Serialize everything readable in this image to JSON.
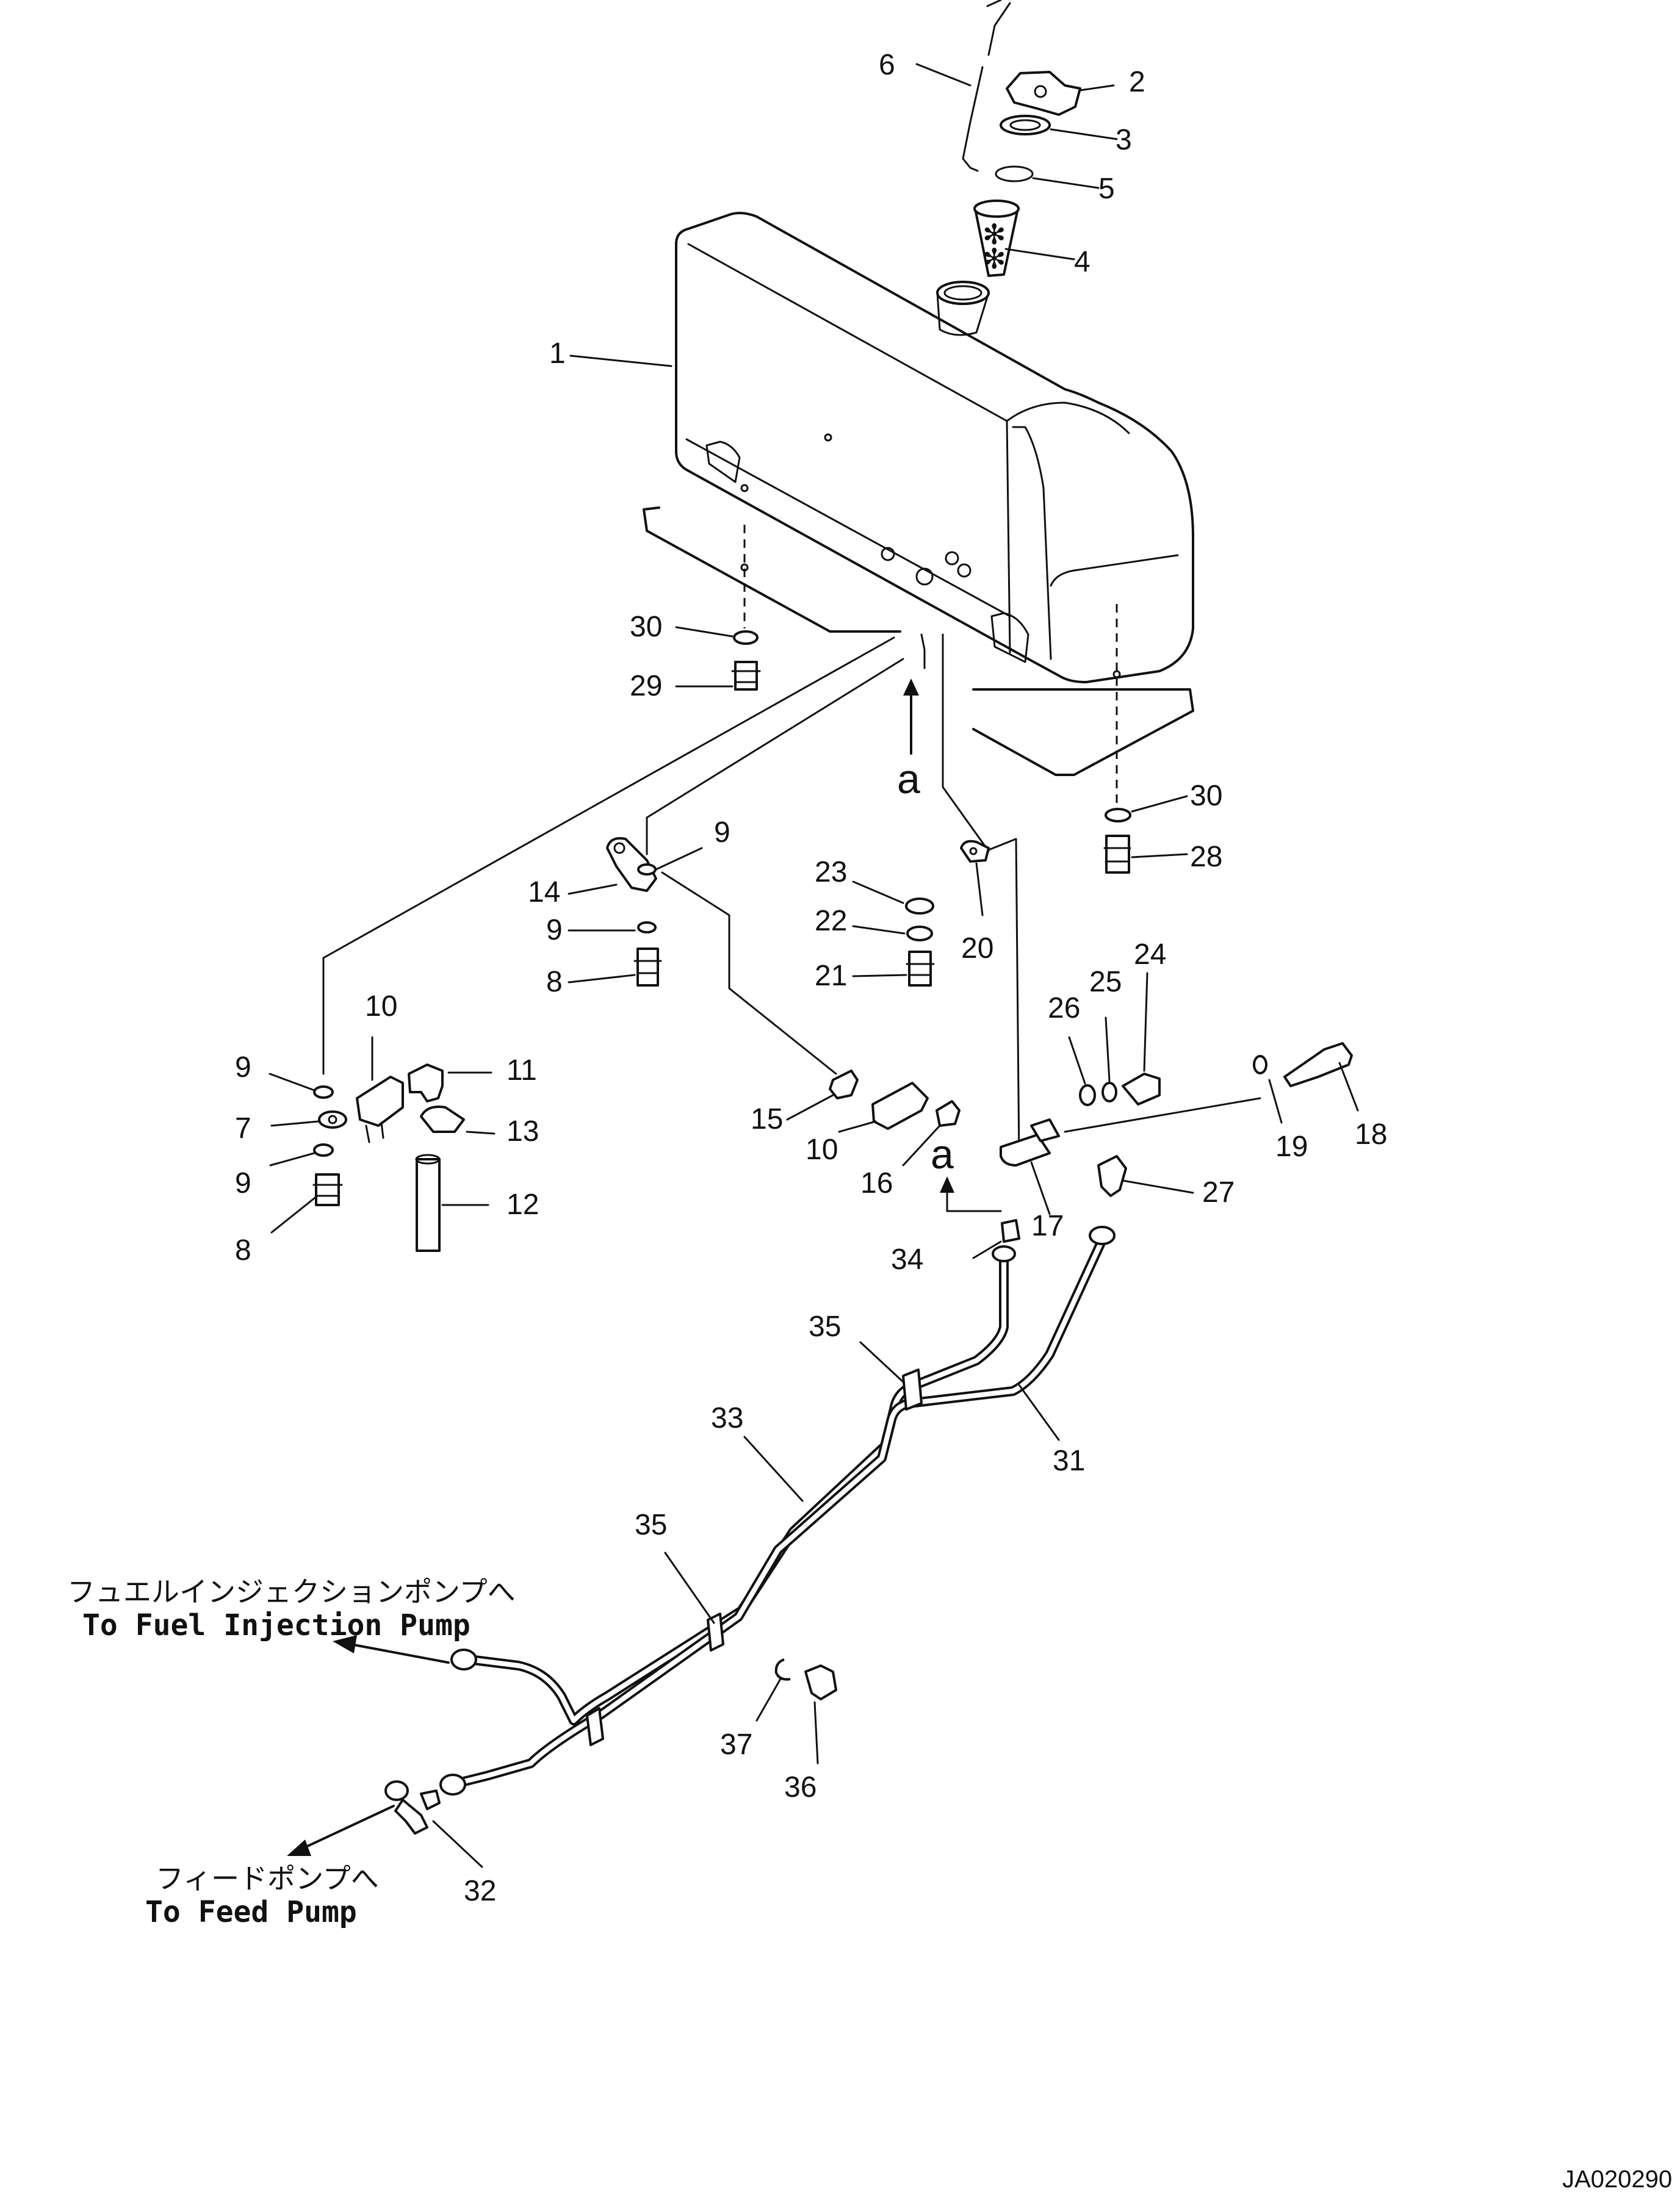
{
  "drawing": {
    "code": "JA020290",
    "notes": {
      "injection_pump_jp": "フュエルインジェクションポンプへ",
      "injection_pump_en": "To Fuel Injection Pump",
      "feed_pump_jp": "フィードポンプへ",
      "feed_pump_en": "To Feed Pump"
    },
    "section_marker": "a",
    "callouts": [
      "1",
      "2",
      "3",
      "4",
      "5",
      "6",
      "7",
      "8",
      "9",
      "10",
      "11",
      "12",
      "13",
      "14",
      "15",
      "16",
      "17",
      "18",
      "19",
      "20",
      "21",
      "22",
      "23",
      "24",
      "25",
      "26",
      "27",
      "28",
      "29",
      "30",
      "31",
      "32",
      "33",
      "34",
      "35",
      "36",
      "37"
    ]
  },
  "labels": [
    {
      "text": "6"
    },
    {
      "text": "2"
    },
    {
      "text": "3"
    },
    {
      "text": "5"
    },
    {
      "text": "4"
    },
    {
      "text": "1"
    },
    {
      "text": "30"
    },
    {
      "text": "29"
    },
    {
      "text": "a"
    },
    {
      "text": "30"
    },
    {
      "text": "28"
    },
    {
      "text": "9"
    },
    {
      "text": "14"
    },
    {
      "text": "9"
    },
    {
      "text": "8"
    },
    {
      "text": "23"
    },
    {
      "text": "22"
    },
    {
      "text": "21"
    },
    {
      "text": "20"
    },
    {
      "text": "24"
    },
    {
      "text": "25"
    },
    {
      "text": "26"
    },
    {
      "text": "10"
    },
    {
      "text": "9"
    },
    {
      "text": "11"
    },
    {
      "text": "7"
    },
    {
      "text": "13"
    },
    {
      "text": "9"
    },
    {
      "text": "12"
    },
    {
      "text": "8"
    },
    {
      "text": "15"
    },
    {
      "text": "10"
    },
    {
      "text": "16"
    },
    {
      "text": "a"
    },
    {
      "text": "17"
    },
    {
      "text": "19"
    },
    {
      "text": "18"
    },
    {
      "text": "27"
    },
    {
      "text": "34"
    },
    {
      "text": "35"
    },
    {
      "text": "33"
    },
    {
      "text": "31"
    },
    {
      "text": "35"
    },
    {
      "text": "37"
    },
    {
      "text": "36"
    },
    {
      "text": "32"
    }
  ]
}
